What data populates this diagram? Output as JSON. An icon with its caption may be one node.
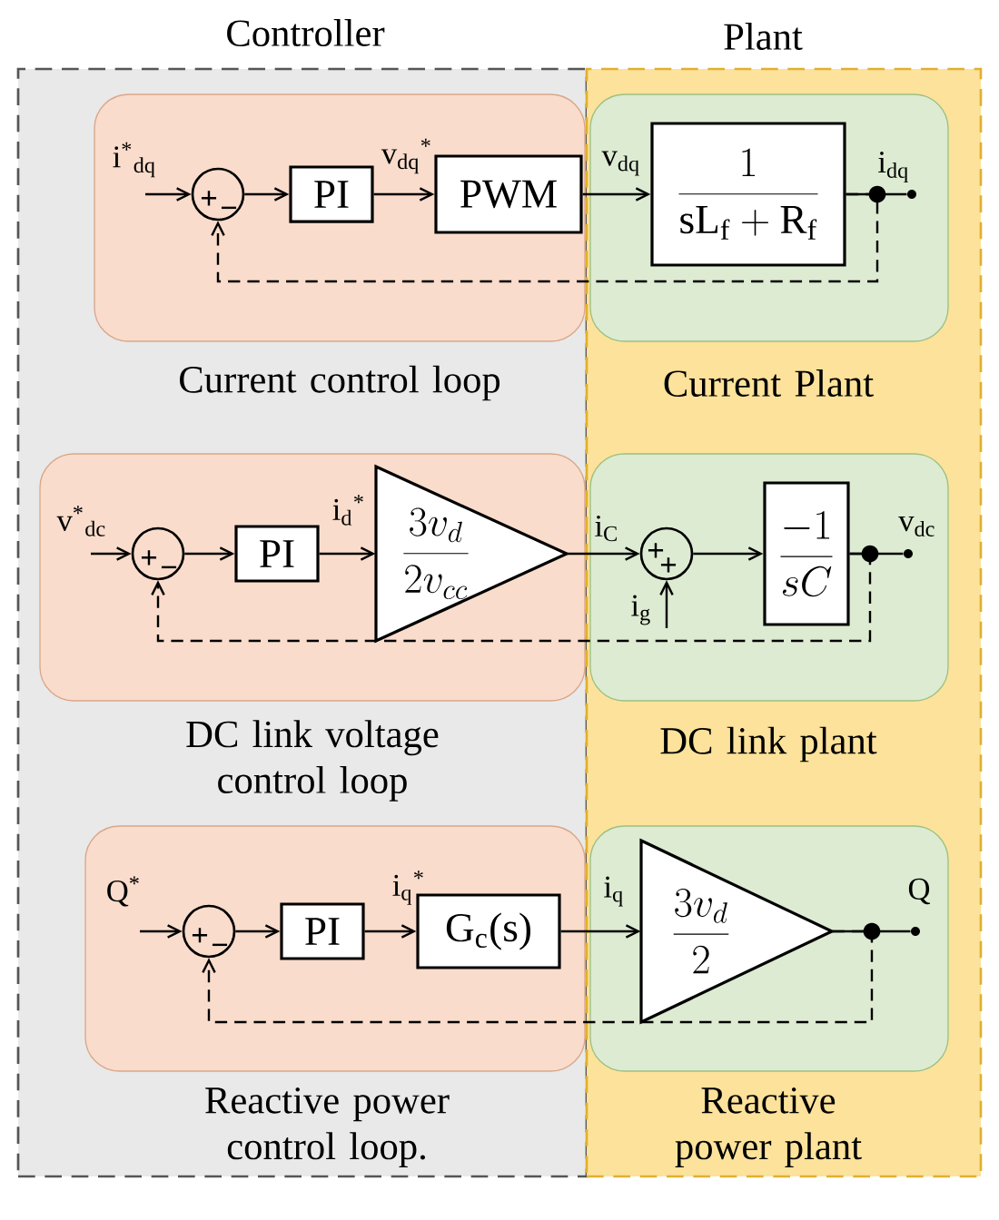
{
  "diagram": {
    "nodes": [
      {
        "text": [
          "Controller"
        ]
      },
      {
        "text": [
          "Plant"
        ]
      },
      {
        "text": [
          "Current control loop"
        ],
        "in": 0
      },
      {
        "text": [
          "Current Plant"
        ],
        "in": 1
      },
      {
        "text": [
          "+",
          "−"
        ],
        "in": 2
      },
      {
        "text": [
          "PI"
        ],
        "in": 2
      },
      {
        "text": [
          "PWM"
        ],
        "in": 2
      },
      {
        "text": [
          "\\frac{1}{\\mathrm{sL_f+R_f}}"
        ],
        "in": 3
      },
      {
        "text": [],
        "shape": "circle",
        "in": 3
      },
      {
        "text": [
          "DC link voltage control loop"
        ],
        "in": 0
      },
      {
        "text": [
          "DC link plant"
        ],
        "in": 1
      },
      {
        "text": [
          "+",
          "−"
        ],
        "in": 9
      },
      {
        "text": [
          "PI"
        ],
        "in": 9
      },
      {
        "text": [
          "\\frac{3v_d}{2v_{cc}}"
        ],
        "in": 9
      },
      {
        "text": [
          "+",
          "+"
        ],
        "in": 10
      },
      {
        "text": [
          "\\frac{-1}{sC}"
        ],
        "in": 10
      },
      {
        "text": [],
        "shape": "circle",
        "in": 10
      },
      {
        "text": [
          "Reactive power control loop."
        ],
        "in": 0
      },
      {
        "text": [
          "Reactive power plant"
        ],
        "in": 1
      },
      {
        "text": [
          "+",
          "−"
        ],
        "in": 17
      },
      {
        "text": [
          "PI"
        ],
        "in": 17
      },
      {
        "text": [
          "G$_{c}$(s)"
        ],
        "in": 17
      },
      {
        "text": [
          "\\frac{3v_d}{2}"
        ],
        "in": 18
      },
      {
        "text": [],
        "shape": "circle",
        "in": 18
      }
    ],
    "edges": [
      {
        "from": null,
        "to": 4,
        "arrow": "to",
        "label": "i$^{*}$$_{dq}$"
      },
      {
        "from": 4,
        "to": 5,
        "arrow": "to"
      },
      {
        "from": 5,
        "to": 6,
        "arrow": "to",
        "label": "v$_{dq}$$^{*}$"
      },
      {
        "from": 6,
        "to": 7,
        "arrow": "to",
        "label": "v$_{dq}$"
      },
      {
        "from": 7,
        "to": 8,
        "arrow": "none",
        "label": "i$_{dq}$"
      },
      {
        "from": 7,
        "to": 4,
        "arrow": "to",
        "style": "dashed"
      },
      {
        "from": null,
        "to": 11,
        "arrow": "to",
        "label": "v$^{*}$$_{dc}$"
      },
      {
        "from": 11,
        "to": 12,
        "arrow": "to"
      },
      {
        "from": 12,
        "to": 13,
        "arrow": "to",
        "label": "i$_{d}$$^{*}$"
      },
      {
        "from": 13,
        "to": 14,
        "arrow": "to",
        "label": "i$_{C}$"
      },
      {
        "from": null,
        "to": 14,
        "arrow": "to",
        "label": "i$_{g}$"
      },
      {
        "from": 14,
        "to": 15,
        "arrow": "to"
      },
      {
        "from": 15,
        "to": 16,
        "arrow": "none",
        "label": "v$_{dc}$"
      },
      {
        "from": 15,
        "to": 11,
        "arrow": "to",
        "style": "dashed"
      },
      {
        "from": null,
        "to": 19,
        "arrow": "to",
        "label": "Q$^{*}$"
      },
      {
        "from": 19,
        "to": 20,
        "arrow": "to"
      },
      {
        "from": 20,
        "to": 21,
        "arrow": "to",
        "label": "i$_{q}$$^{*}$"
      },
      {
        "from": 21,
        "to": 22,
        "arrow": "to",
        "label": "i$_{q}$"
      },
      {
        "from": 22,
        "to": 23,
        "arrow": "none",
        "label": "Q"
      },
      {
        "from": 22,
        "to": 19,
        "arrow": "to",
        "style": "dashed"
      }
    ]
  }
}
